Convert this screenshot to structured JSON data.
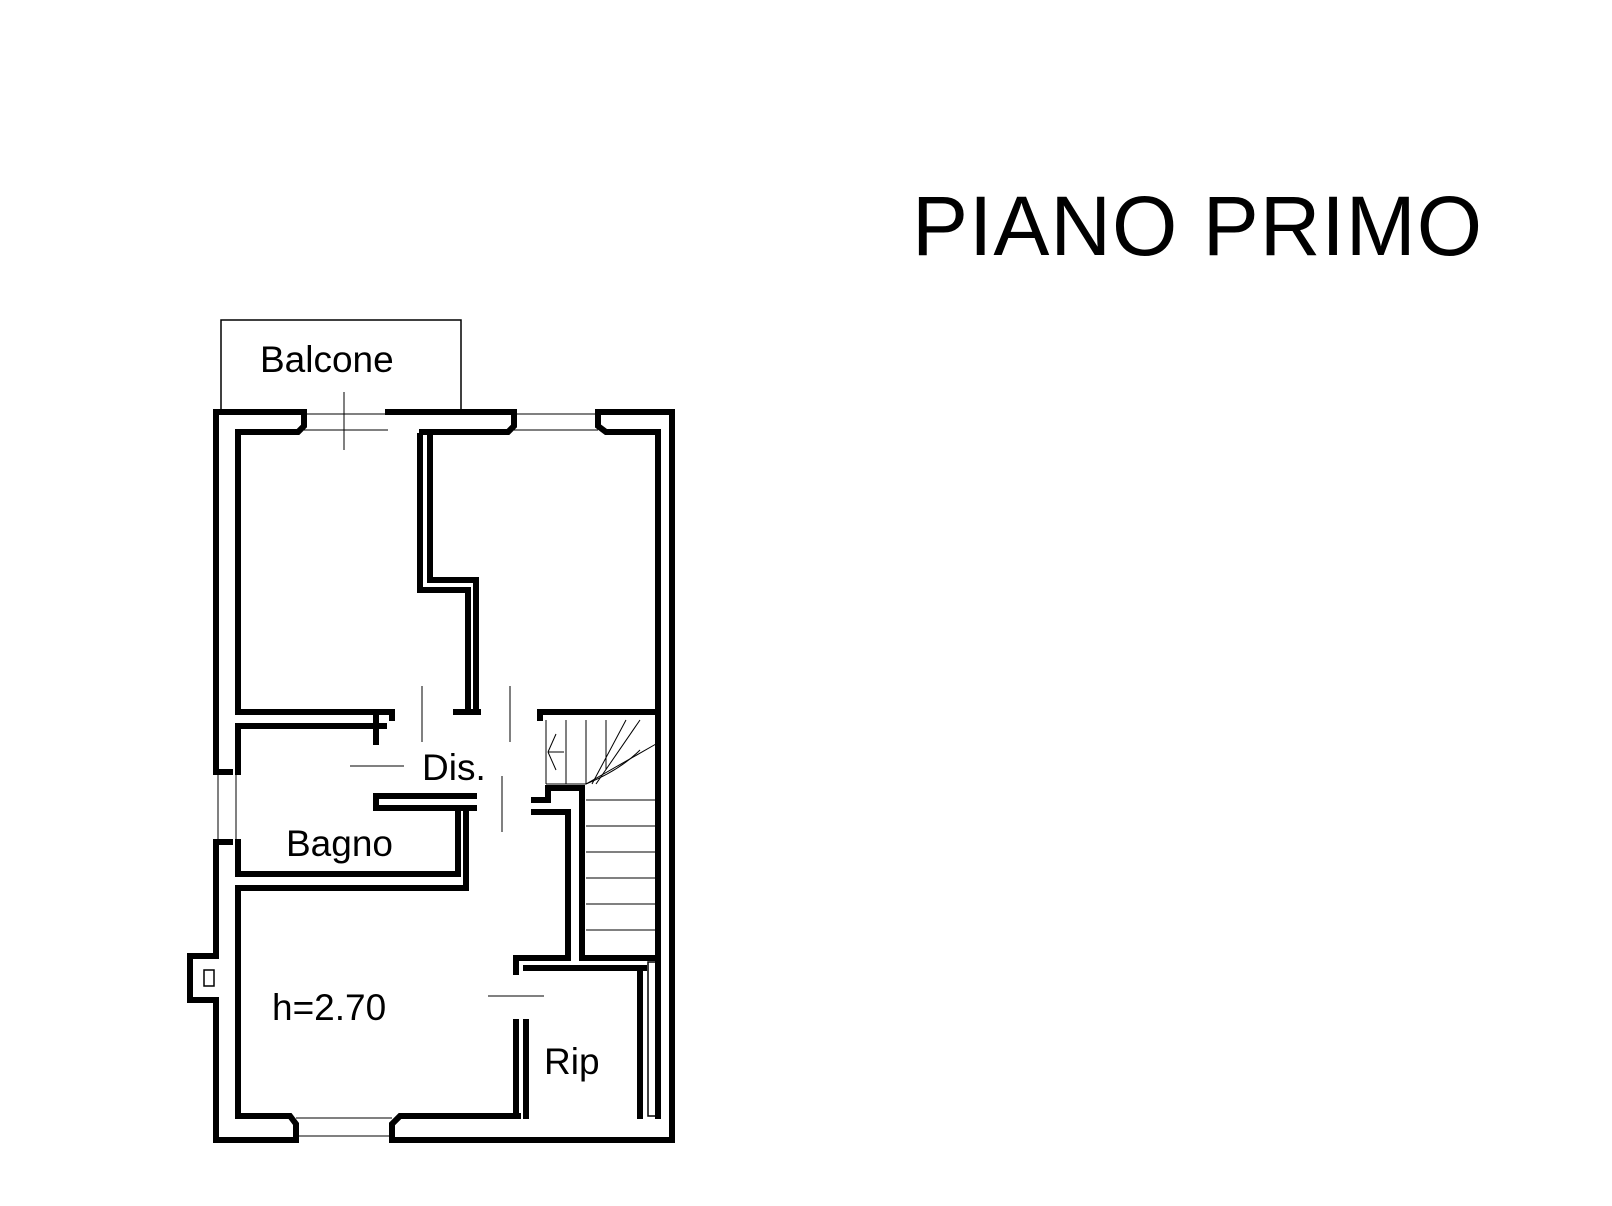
{
  "title": "PIANO PRIMO",
  "rooms": {
    "balcony": "Balcone",
    "hallway": "Dis.",
    "bathroom": "Bagno",
    "height": "h=2.70",
    "storage": "Rip"
  }
}
